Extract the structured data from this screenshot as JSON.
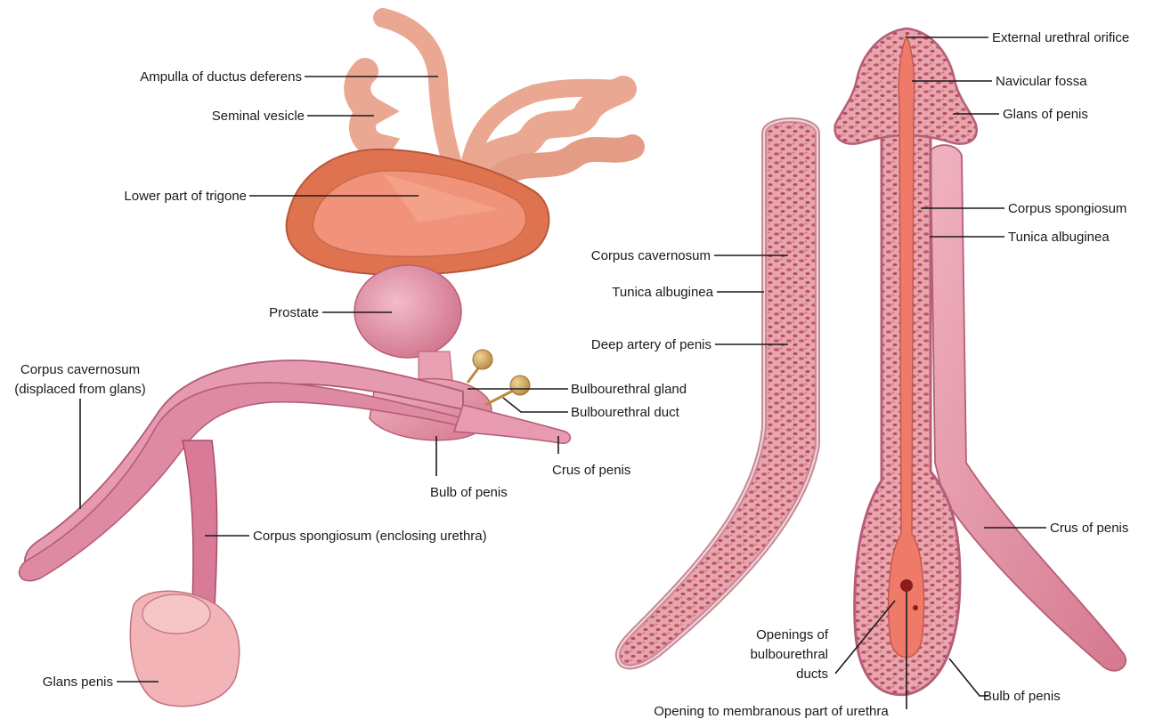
{
  "labels": {
    "ampulla": "Ampulla of ductus deferens",
    "seminal_vesicle": "Seminal vesicle",
    "trigone": "Lower part of trigone",
    "prostate": "Prostate",
    "cc_displaced_1": "Corpus cavernosum",
    "cc_displaced_2": "(displaced from glans)",
    "bulbourethral_gland": "Bulbourethral gland",
    "bulbourethral_duct": "Bulbourethral duct",
    "crus_left": "Crus of penis",
    "bulb_left": "Bulb of penis",
    "cs_enclosing": "Corpus spongiosum (enclosing urethra)",
    "glans_penis": "Glans penis",
    "cc_section": "Corpus cavernosum",
    "tunica_section": "Tunica albuginea",
    "deep_artery": "Deep artery of penis",
    "external_orifice": "External urethral orifice",
    "navicular_fossa": "Navicular fossa",
    "glans_of_penis": "Glans of penis",
    "cs_right": "Corpus spongiosum",
    "tunica_right": "Tunica albuginea",
    "crus_right": "Crus of penis",
    "openings_1": "Openings of",
    "openings_2": "bulbourethral",
    "openings_3": "ducts",
    "bulb_right": "Bulb of penis",
    "membranous": "Opening to membranous part of urethra"
  }
}
